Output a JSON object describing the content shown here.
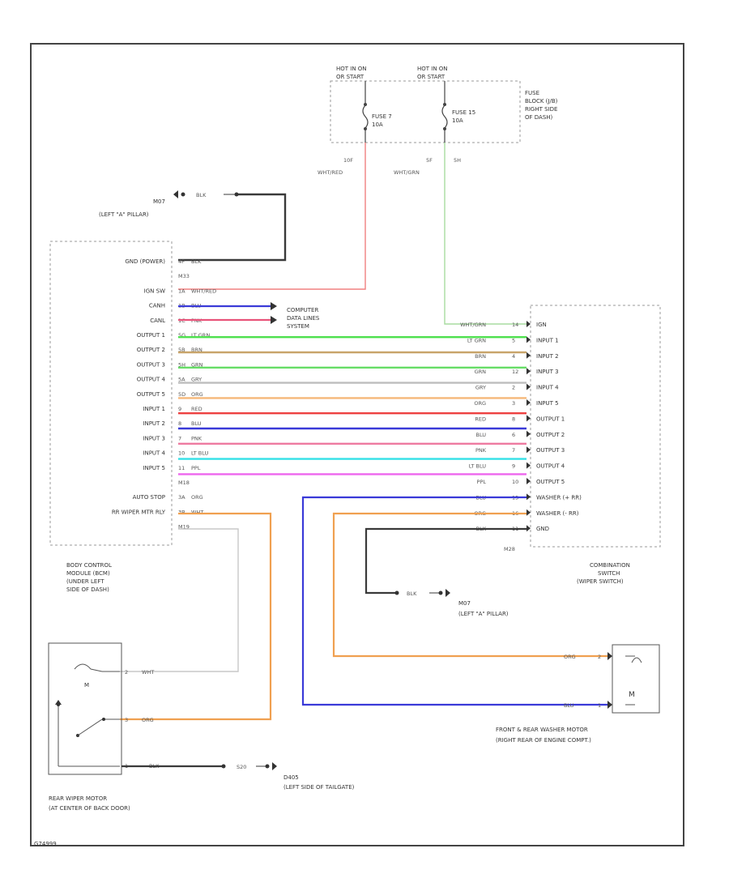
{
  "colors": {
    "black": "#3a3a3a",
    "red": "#f08080",
    "pink_red": "#e8547a",
    "blue": "#3a3ad8",
    "ltgrn": "#4ee04e",
    "brn": "#c8a46a",
    "grn": "#66dd66",
    "gry": "#bdbdbd",
    "org": "#f5b87a",
    "red2": "#ee4040",
    "pnk": "#ee7aa0",
    "ltblu": "#33e0e6",
    "ppl": "#ee66ee",
    "org_dark": "#f0a050",
    "white": "#c8c8c8",
    "wht_grn": "#a8dca0"
  },
  "fuse_block": {
    "hot_left": "HOT IN ON",
    "hot_left_sub": "OR START",
    "hot_right": "HOT IN ON",
    "hot_right_sub": "OR START",
    "fuse1_name": "FUSE 7",
    "fuse1_amp": "10A",
    "fuse2_name": "FUSE 15",
    "fuse2_amp": "10A",
    "label": [
      "FUSE",
      "BLOCK (J/B)",
      "RIGHT SIDE",
      "OF DASH)"
    ],
    "pin1": "10F",
    "pin1_wire": "WHT/RED",
    "pin2": "5F",
    "pin2_b": "5H",
    "pin2_wire": "WHT/GRN"
  },
  "ground_top": {
    "wire": "BLK",
    "name": "M07",
    "location": "(LEFT \"A\" PILLAR)"
  },
  "bcm": {
    "rows": [
      {
        "label": "GND (POWER)",
        "pin": "4P",
        "wire": "BLK"
      },
      {
        "label": "",
        "pin": "M33",
        "wire": ""
      },
      {
        "label": "IGN SW",
        "pin": "1A",
        "wire": "WHT/RED"
      },
      {
        "label": "CANH",
        "pin": "1B",
        "wire": "BLU"
      },
      {
        "label": "CANL",
        "pin": "1C",
        "wire": "PNK"
      },
      {
        "label": "OUTPUT 1",
        "pin": "5G",
        "wire": "LT GRN"
      },
      {
        "label": "OUTPUT 2",
        "pin": "5B",
        "wire": "BRN"
      },
      {
        "label": "OUTPUT 3",
        "pin": "5H",
        "wire": "GRN"
      },
      {
        "label": "OUTPUT 4",
        "pin": "5A",
        "wire": "GRY"
      },
      {
        "label": "OUTPUT 5",
        "pin": "5D",
        "wire": "ORG"
      },
      {
        "label": "INPUT 1",
        "pin": "9",
        "wire": "RED"
      },
      {
        "label": "INPUT 2",
        "pin": "8",
        "wire": "BLU"
      },
      {
        "label": "INPUT 3",
        "pin": "7",
        "wire": "PNK"
      },
      {
        "label": "INPUT 4",
        "pin": "10",
        "wire": "LT BLU"
      },
      {
        "label": "INPUT 5",
        "pin": "11",
        "wire": "PPL"
      },
      {
        "label": "",
        "pin": "M18",
        "wire": ""
      },
      {
        "label": "AUTO STOP",
        "pin": "3A",
        "wire": "ORG"
      },
      {
        "label": "RR WIPER MTR RLY",
        "pin": "3B",
        "wire": "WHT"
      },
      {
        "label": "",
        "pin": "M19",
        "wire": ""
      }
    ],
    "caption": [
      "BODY CONTROL",
      "MODULE (BCM)",
      "(UNDER LEFT",
      "SIDE OF DASH)"
    ]
  },
  "computer_data": [
    "COMPUTER",
    "DATA LINES",
    "SYSTEM"
  ],
  "combo_switch": {
    "rows": [
      {
        "label": "IGN",
        "pin": "14",
        "wire": "WHT/GRN"
      },
      {
        "label": "INPUT 1",
        "pin": "5",
        "wire": "LT GRN"
      },
      {
        "label": "INPUT 2",
        "pin": "4",
        "wire": "BRN"
      },
      {
        "label": "INPUT 3",
        "pin": "12",
        "wire": "GRN"
      },
      {
        "label": "INPUT 4",
        "pin": "2",
        "wire": "GRY"
      },
      {
        "label": "INPUT 5",
        "pin": "3",
        "wire": "ORG"
      },
      {
        "label": "OUTPUT 1",
        "pin": "8",
        "wire": "RED"
      },
      {
        "label": "OUTPUT 2",
        "pin": "6",
        "wire": "BLU"
      },
      {
        "label": "OUTPUT 3",
        "pin": "7",
        "wire": "PNK"
      },
      {
        "label": "OUTPUT 4",
        "pin": "9",
        "wire": "LT BLU"
      },
      {
        "label": "OUTPUT 5",
        "pin": "10",
        "wire": "PPL"
      },
      {
        "label": "WASHER (+ RR)",
        "pin": "15",
        "wire": "BLU"
      },
      {
        "label": "WASHER (- RR)",
        "pin": "16",
        "wire": "ORG"
      },
      {
        "label": "GND",
        "pin": "11",
        "wire": "BLK"
      }
    ],
    "pin_id": "M28",
    "caption": [
      "COMBINATION",
      "SWITCH",
      "(WIPER SWITCH)"
    ]
  },
  "ground_mid": {
    "wire": "BLK",
    "name": "M07",
    "location": "(LEFT \"A\" PILLAR)"
  },
  "washer_motor": {
    "wire_top": "ORG",
    "pin_top": "2",
    "wire_bottom": "BLU",
    "pin_bottom": "1",
    "icon": "M",
    "caption": [
      "FRONT & REAR WASHER MOTOR",
      "(RIGHT REAR OF ENGINE COMPT.)"
    ]
  },
  "rear_wiper": {
    "pin_top": "2",
    "wire_top": "WHT",
    "pin_mid": "3",
    "wire_mid": "ORG",
    "pin_bottom": "1",
    "wire_bottom": "BLK",
    "icon": "M",
    "caption": [
      "REAR WIPER MOTOR",
      "(AT CENTER OF BACK DOOR)"
    ]
  },
  "ground_bottom": {
    "wire": "BLK",
    "splice": "S20",
    "name": "D405",
    "location": "(LEFT SIDE OF TAILGATE)"
  },
  "footer": "G74999"
}
